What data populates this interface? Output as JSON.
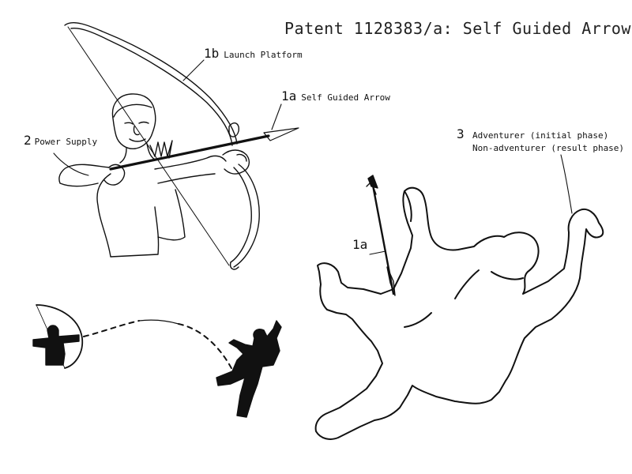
{
  "title": "Patent 1128383/a: Self Guided Arrow",
  "labels": {
    "launch_platform": {
      "num": "1b",
      "text": "Launch Platform"
    },
    "self_guided_arrow": {
      "num": "1a",
      "text": "Self Guided Arrow"
    },
    "power_supply": {
      "num": "2",
      "text": "Power Supply"
    },
    "adventurer": {
      "num": "3",
      "line1": "Adventurer (initial phase)",
      "line2": "Non-adventurer (result phase)"
    },
    "arrow_in_knee": {
      "num": "1a"
    }
  },
  "colors": {
    "ink": "#111111",
    "background": "#ffffff"
  }
}
